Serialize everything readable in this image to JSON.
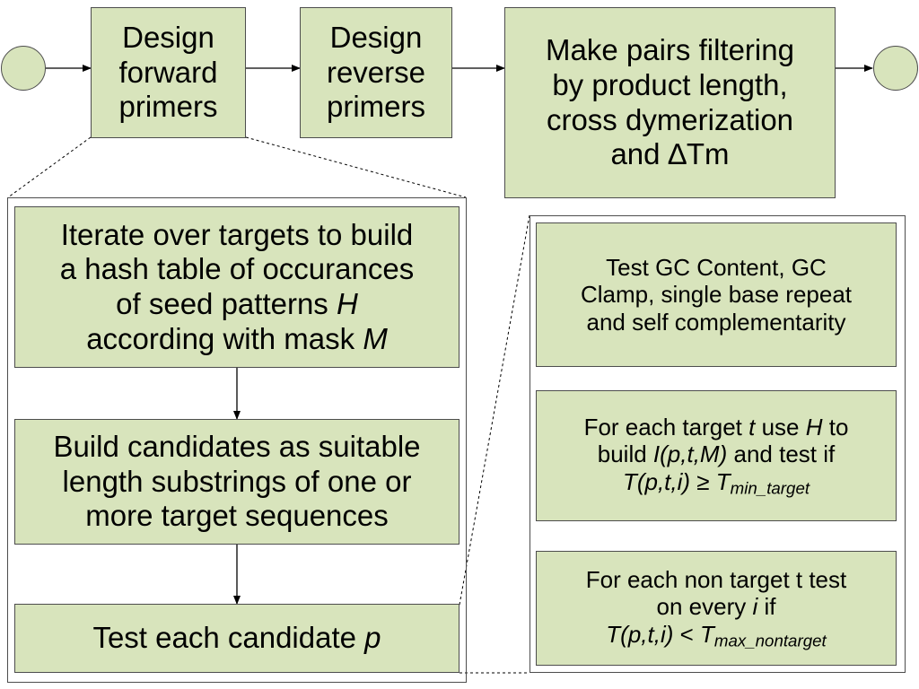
{
  "steps": {
    "forward": [
      "Design",
      "forward",
      "primers"
    ],
    "reverse": [
      "Design",
      "reverse",
      "primers"
    ],
    "pairs": [
      "Make pairs filtering",
      "by product length,",
      "cross dymerization",
      "and ∆Tm"
    ]
  },
  "forward_detail": {
    "iterate": {
      "line1": "Iterate over targets to build",
      "line2": "a hash table of occurances",
      "line3_pre": "of seed patterns ",
      "line3_var": "H",
      "line4_pre": "according with mask ",
      "line4_var": "M"
    },
    "candidates": [
      "Build candidates as suitable",
      "length substrings of one or",
      "more target sequences"
    ],
    "test": {
      "pre": "Test each candidate ",
      "var": "p"
    }
  },
  "test_detail": {
    "gc": [
      "Test GC Content, GC",
      "Clamp, single base repeat",
      "and self complementarity"
    ],
    "target": {
      "p1": "For each target ",
      "v1": "t",
      "p2": " use ",
      "v2": "H",
      "p3": " to",
      "p4": "build ",
      "v3": "I(p,t,M)",
      "p5": " and test if",
      "v4": "T(p,t,i)",
      "p6": " ≥ ",
      "v5": "T",
      "sub": "min_target"
    },
    "nontarget": {
      "line1": "For each non target t test",
      "p1": "on every ",
      "v1": "i",
      "p2": " if",
      "v2": "T(p,t,i)",
      "p3": " < ",
      "v3": "T",
      "sub": "max_nontarget"
    }
  },
  "colors": {
    "box_fill": "#d8e4bc",
    "border": "#4d4d4d"
  }
}
